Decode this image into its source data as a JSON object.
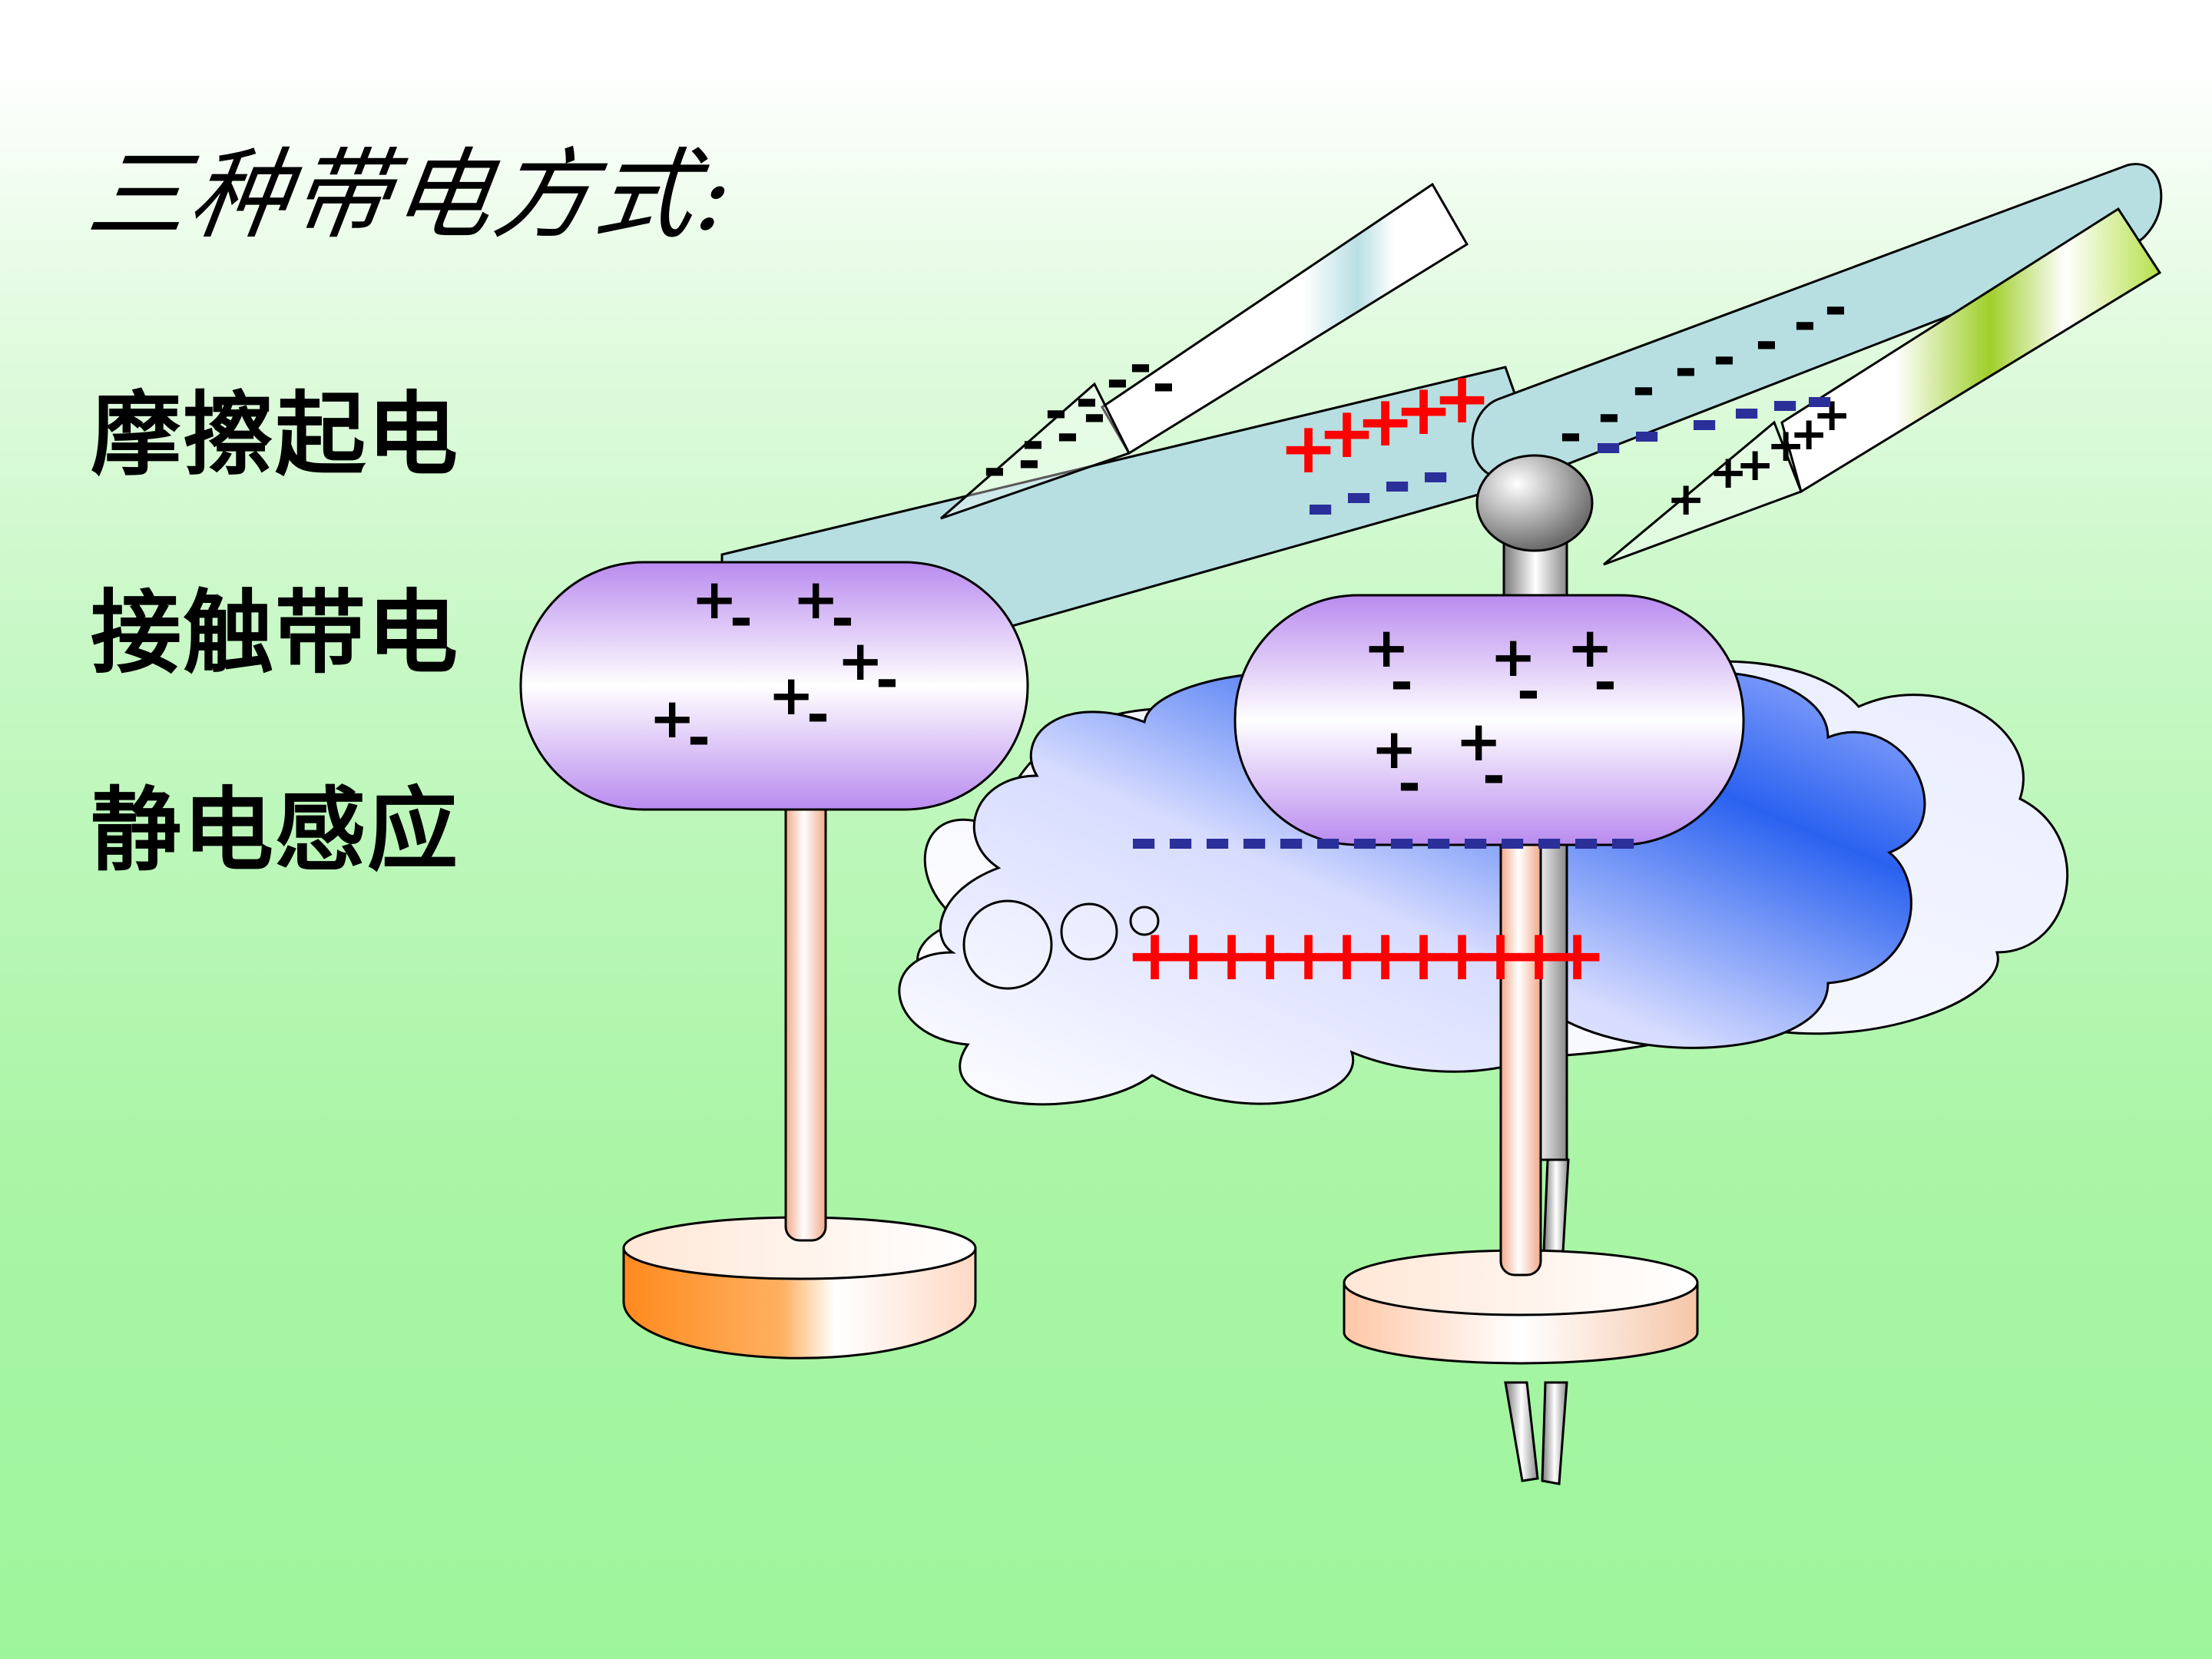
{
  "title": "三种带电方式:",
  "methods": [
    {
      "label": "摩擦起电"
    },
    {
      "label": "接触带电"
    },
    {
      "label": "静电感应"
    }
  ],
  "symbols": {
    "plus": "+",
    "minus": "-"
  },
  "colors": {
    "background_top": "#ffffff",
    "background_bottom": "#9df59b",
    "rod": "#b7dfe1",
    "conductor": "#c9a2f0",
    "cloud_light": "#e8ecff",
    "cloud_dark": "#1f5df0",
    "positive_charge": "#ff0000",
    "negative_charge": "#2b2f9a",
    "stand": "#f0c0a0"
  }
}
